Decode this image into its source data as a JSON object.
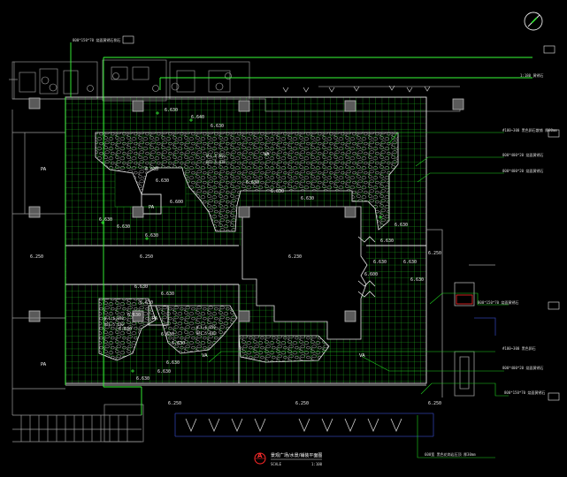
{
  "elevations": {
    "e1": "6.630",
    "e2": "6.640",
    "e3": "6.630",
    "e4": "6.630",
    "e5": "6.630",
    "e6": "6.600",
    "e7": "6.630",
    "e8": "6.630",
    "e9": "6.630",
    "e10": "6.630",
    "e11": "6.250",
    "e12": "6.250",
    "e13": "6.230",
    "e14": "6.250",
    "e15": "6.250",
    "e16": "6.630",
    "e17": "6.630",
    "e18": "6.630",
    "e19": "6.630",
    "e20": "6.630",
    "e21": "6.630",
    "e22": "6.600",
    "e23": "6.630",
    "e24": "6.630",
    "e25": "6.630",
    "e26": "6.630",
    "e27": "6.630",
    "e28": "6.630",
    "e29": "6.630",
    "e30": "6.630",
    "e31": "6.630",
    "e32": "6.630",
    "e33": "6.250",
    "e34": "6.630",
    "e35": "6.250"
  },
  "labels": {
    "pa_left_top": "PA",
    "pa_left_bottom": "PA",
    "pa_mid": "PA",
    "pa_small1": "PA",
    "pa_small2": "PA",
    "va_top": "VA",
    "va_bottom": "VA",
    "va_small": "VA",
    "wl_top": "W.L.6.050",
    "bfl_top": "BFL.5.630",
    "wl_left": "W.L.6.050",
    "bfl_left": "BFL.5.630",
    "wl_mid": "W.L.6.050",
    "bfl_mid": "BFL.5.630"
  },
  "callouts": {
    "c1": "800*150*70 烧面黄锈石侧石",
    "c2": "1:180 黄锈石",
    "c3": "#100~300 黑色卵石散铺 厚80mm",
    "c4": "800*400*20 烧面黄锈石",
    "c5": "800*400*20 烧面黄锈石",
    "c6": "800*150*70 烧面黄锈石",
    "c7": "#100~300 黑色卵石",
    "c8": "800*400*20 烧面黄锈石",
    "c9": "800*150*70 烧面黄锈石",
    "c10": "600宽 黑色花岗岩压顶 厚30mm"
  },
  "title": {
    "letter": "A",
    "name": "景观广场/水景/铺装平面图",
    "scale_label": "SCALE",
    "scale_value": "1:100"
  },
  "colors": {
    "grid": "#1fd21f",
    "bright_green": "#38ff38",
    "outline": "#e6e6e6",
    "column": "#a8a8a8",
    "pebble": "#cfcfcf",
    "accent_red": "#ff2828",
    "navy": "#2f3fa8",
    "purple": "#7a4aa0"
  },
  "icons": [
    "north-arrow-icon",
    "title-marker-icon",
    "callout-tag-icon"
  ]
}
